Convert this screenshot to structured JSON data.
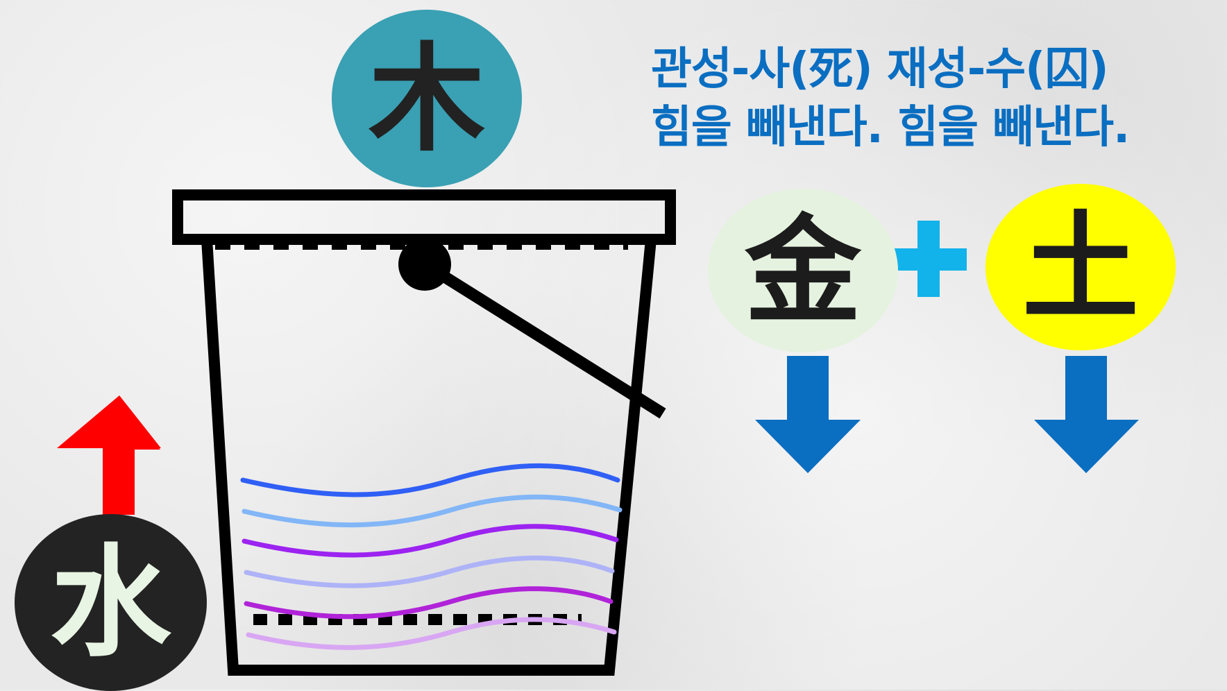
{
  "caption": {
    "line1": "관성-사(死)  재성-수(囚)",
    "line2": "힘을 빼낸다. 힘을 빼낸다."
  },
  "elements": {
    "wood": {
      "symbol": "木",
      "fill": "#3aa0b3",
      "text_color": "#222222"
    },
    "water": {
      "symbol": "水",
      "fill": "#232323",
      "text_color": "#e9f5e4"
    },
    "metal": {
      "symbol": "金",
      "fill": "#e5f2e0",
      "text_color": "#1c1c1c"
    },
    "earth": {
      "symbol": "土",
      "fill": "#ffff00",
      "text_color": "#1c1c1c"
    }
  },
  "colors": {
    "caption_text": "#0a6ec1",
    "down_arrow": "#0a6ec1",
    "up_arrow": "#ff0000",
    "plus_sign": "#12b2ea",
    "bucket_outline": "#000000"
  },
  "icons": {
    "bucket": "bucket-icon",
    "up_arrow": "arrow-up-icon",
    "down_arrow": "arrow-down-icon",
    "plus": "plus-icon",
    "water_waves": "wave-icon"
  }
}
